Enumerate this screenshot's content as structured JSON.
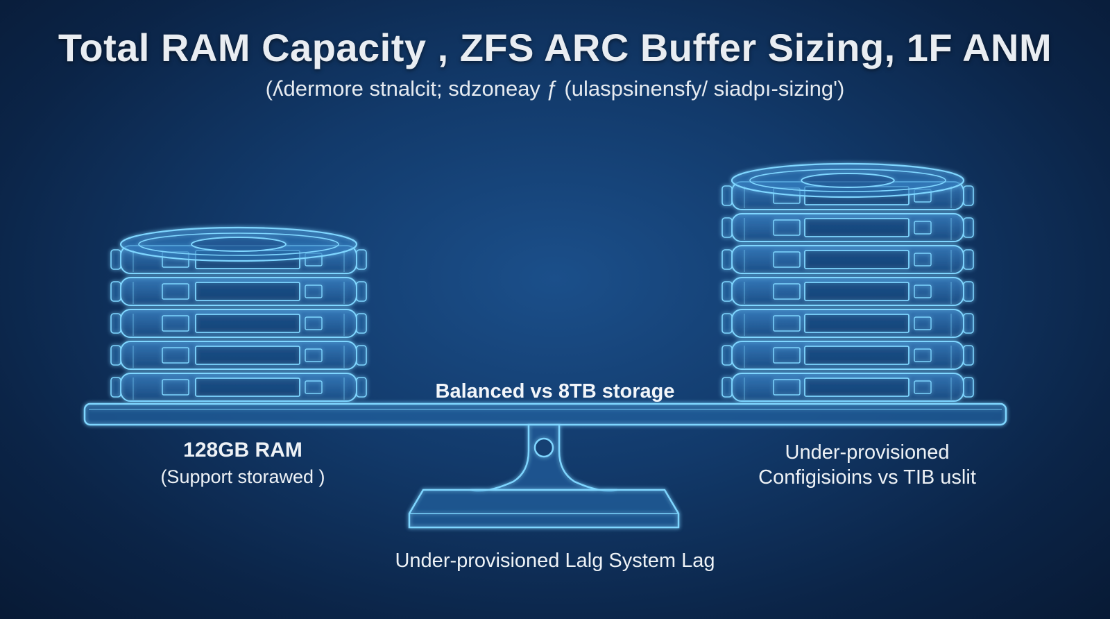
{
  "header": {
    "title": "Total RAM Capacity , ZFS ARC Buffer Sizing, 1F ANM",
    "subtitle": "(ʎdermore stnalcit; sdzoneay ƒ (ulaspsinensfy/ siadpı-sizing')"
  },
  "left_stack": {
    "title": "128GB RAM",
    "caption": "(Support storawed )",
    "units": 5
  },
  "right_stack": {
    "line1": "Under-provisioned",
    "line2": "Configisioins vs TIB uslit",
    "units": 7
  },
  "balance": {
    "beam_label": "Balanced vs 8TB storage",
    "base_caption": "Under-provisioned Lalg System Lag"
  },
  "colors": {
    "glow": "#4fc3ff",
    "line": "#7fd6ff",
    "background": "#123a6b"
  }
}
